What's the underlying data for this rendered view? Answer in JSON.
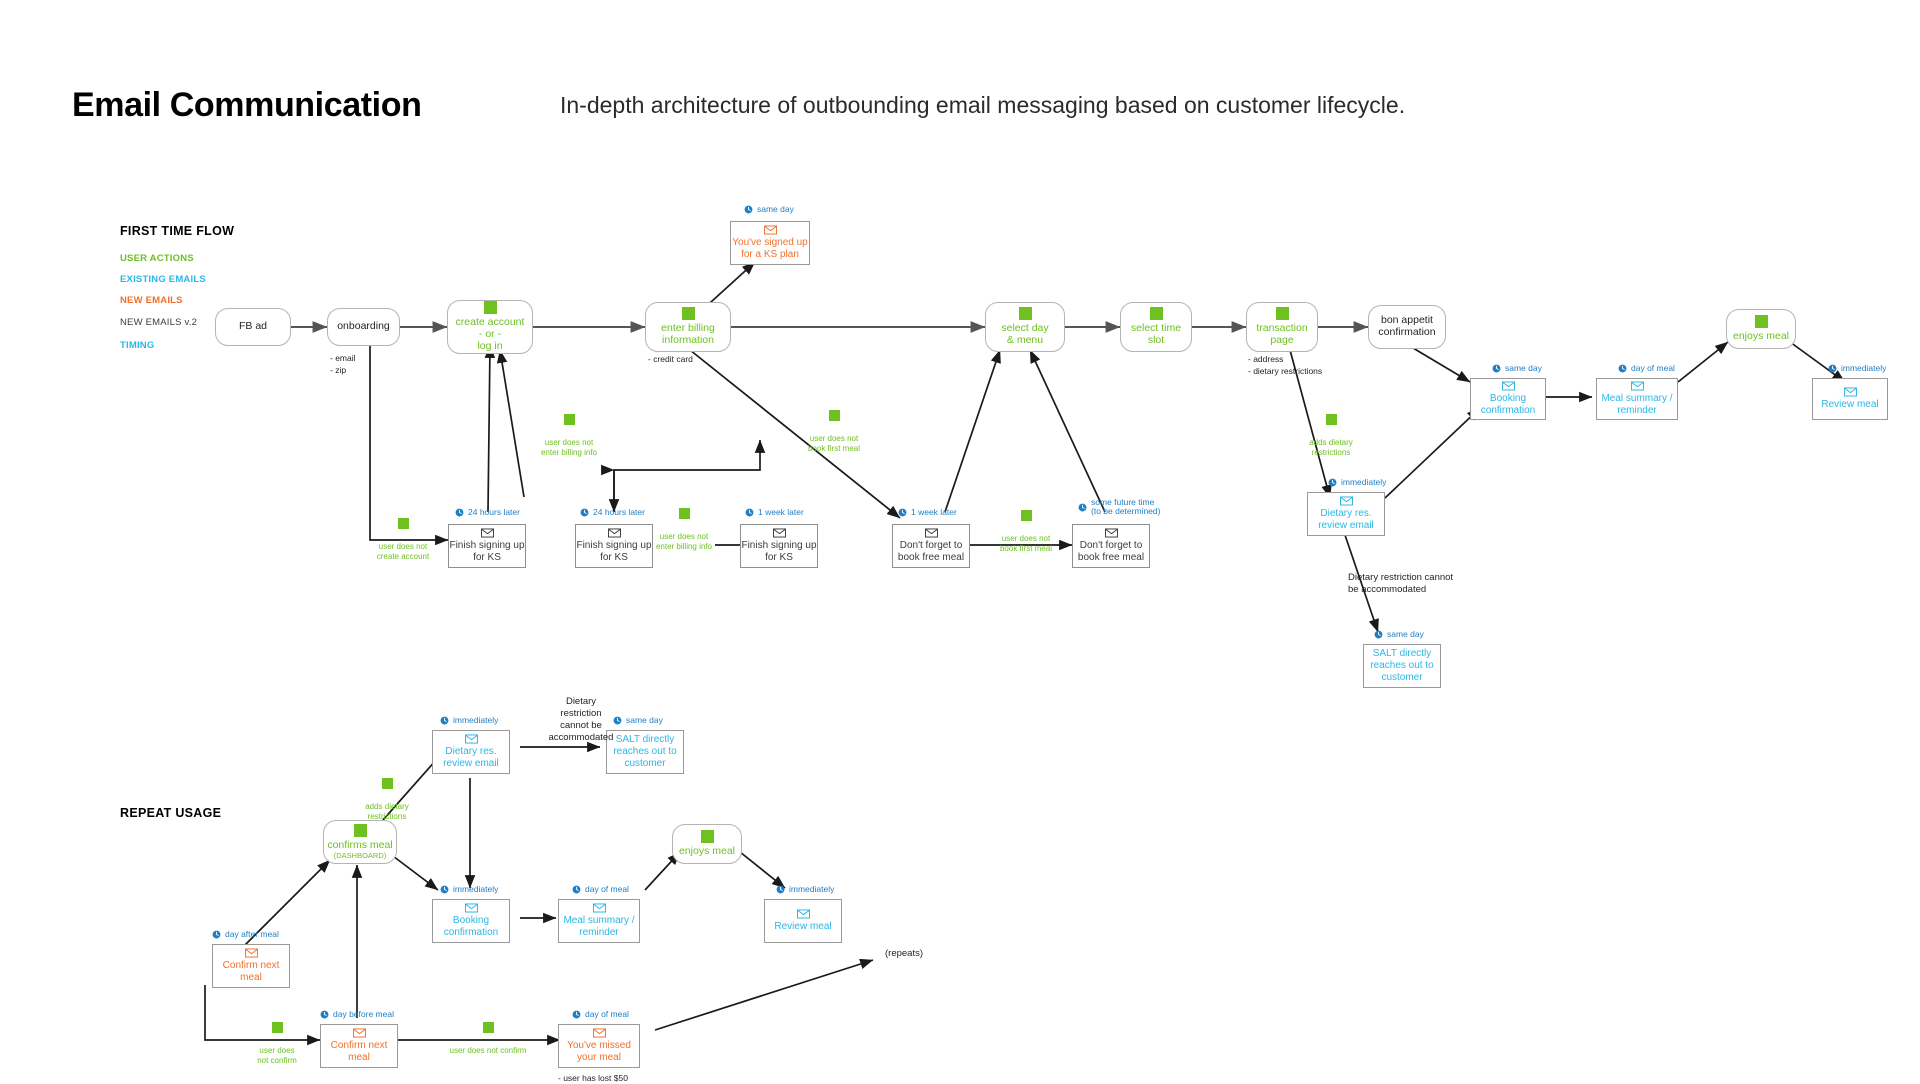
{
  "header": {
    "title": "Email Communication",
    "subtitle": "In-depth architecture of outbounding email messaging based on customer lifecycle."
  },
  "legend": {
    "section_first": "FIRST TIME FLOW",
    "section_repeat": "REPEAT USAGE",
    "items": [
      {
        "label": "USER ACTIONS",
        "color": "#6ec121"
      },
      {
        "label": "EXISTING EMAILS",
        "color": "#2bb7e5"
      },
      {
        "label": "NEW EMAILS",
        "color": "#f0712c"
      },
      {
        "label": "NEW EMAILS v.2",
        "color": "#3c3c3c"
      },
      {
        "label": "TIMING",
        "color": "#1f7fc4"
      }
    ]
  },
  "colors": {
    "user_action": "#6ec121",
    "existing_email": "#2bb7e5",
    "new_email": "#f0712c",
    "new_email_v2": "#3c3c3c",
    "timing": "#1f7fc4",
    "stroke": "#8f8f8f",
    "arrow": "#555555"
  },
  "first_time_flow": {
    "nodes": {
      "fb_ad": "FB ad",
      "onboarding": "onboarding",
      "create_account": "create account\n- or -\nlog in",
      "enter_billing": "enter billing\ninformation",
      "select_day_menu": "select day\n& menu",
      "select_time_slot": "select time\nslot",
      "transaction_page": "transaction\npage",
      "bon_appetit": "bon appetit\nconfirmation",
      "enjoys_meal": "enjoys meal"
    },
    "node_notes": {
      "onboarding": "- email\n- zip",
      "enter_billing": "- credit card",
      "transaction_page": "- address\n- dietary restrictions"
    },
    "emails": [
      {
        "id": "signed-up-ks",
        "kind": "new",
        "timing": "same day",
        "label": "You've signed up\nfor a KS plan"
      },
      {
        "id": "finish-signup-1",
        "kind": "v2",
        "timing": "24 hours later",
        "label": "Finish signing up\nfor KS"
      },
      {
        "id": "finish-signup-2",
        "kind": "v2",
        "timing": "24 hours later",
        "label": "Finish signing up\nfor KS"
      },
      {
        "id": "finish-signup-3",
        "kind": "v2",
        "timing": "1 week later",
        "label": "Finish signing up\nfor KS"
      },
      {
        "id": "dont-forget-1",
        "kind": "v2",
        "timing": "1 week later",
        "label": "Don't forget to\nbook free meal"
      },
      {
        "id": "dont-forget-2",
        "kind": "v2",
        "timing": "some future time\n(to be determined)",
        "label": "Don't forget to\nbook free meal"
      },
      {
        "id": "booking-confirm",
        "kind": "existing",
        "timing": "same day",
        "label": "Booking\nconfirmation"
      },
      {
        "id": "meal-summary",
        "kind": "existing",
        "timing": "day of meal",
        "label": "Meal summary /\nreminder"
      },
      {
        "id": "review-meal",
        "kind": "existing",
        "timing": "immediately",
        "label": "Review meal"
      },
      {
        "id": "dietary-review",
        "kind": "existing",
        "timing": "immediately",
        "label": "Dietary res.\nreview email"
      },
      {
        "id": "salt-reaches-out",
        "kind": "existing",
        "timing": "same day",
        "label": "SALT directly\nreaches out to\ncustomer"
      }
    ],
    "edge_labels": [
      "user does not\ncreate account",
      "user does not\nenter billing info",
      "user does not\nenter billing info",
      "user does not\nbook first meal",
      "user does not\nbook first meal",
      "adds dietary\nrestrictions"
    ],
    "notes": [
      "Dietary restriction cannot\nbe accommodated"
    ]
  },
  "repeat_usage": {
    "nodes": {
      "confirms_meal": "confirms meal",
      "confirms_meal_sub": "(DASHBOARD)",
      "enjoys_meal": "enjoys meal"
    },
    "emails": [
      {
        "id": "r-dietary-review",
        "kind": "existing",
        "timing": "immediately",
        "label": "Dietary res.\nreview email"
      },
      {
        "id": "r-salt-reaches",
        "kind": "existing",
        "timing": "same day",
        "label": "SALT directly\nreaches out to\ncustomer"
      },
      {
        "id": "r-booking-confirm",
        "kind": "existing",
        "timing": "immediately",
        "label": "Booking\nconfirmation"
      },
      {
        "id": "r-meal-summary",
        "kind": "existing",
        "timing": "day of meal",
        "label": "Meal summary /\nreminder"
      },
      {
        "id": "r-review-meal",
        "kind": "existing",
        "timing": "immediately",
        "label": "Review meal"
      },
      {
        "id": "r-confirm-next-1",
        "kind": "new",
        "timing": "day after meal",
        "label": "Confirm next\nmeal"
      },
      {
        "id": "r-confirm-next-2",
        "kind": "new",
        "timing": "day before meal",
        "label": "Confirm next\nmeal"
      },
      {
        "id": "r-missed-meal",
        "kind": "new",
        "timing": "day of meal",
        "label": "You've missed\nyour meal"
      }
    ],
    "edge_labels": [
      "adds dietary\nrestrictions",
      "user does\nnot confirm",
      "user does not confirm"
    ],
    "notes": [
      "Dietary\nrestriction\ncannot be\naccommodated",
      "(repeats)",
      "- user has lost $50"
    ]
  }
}
